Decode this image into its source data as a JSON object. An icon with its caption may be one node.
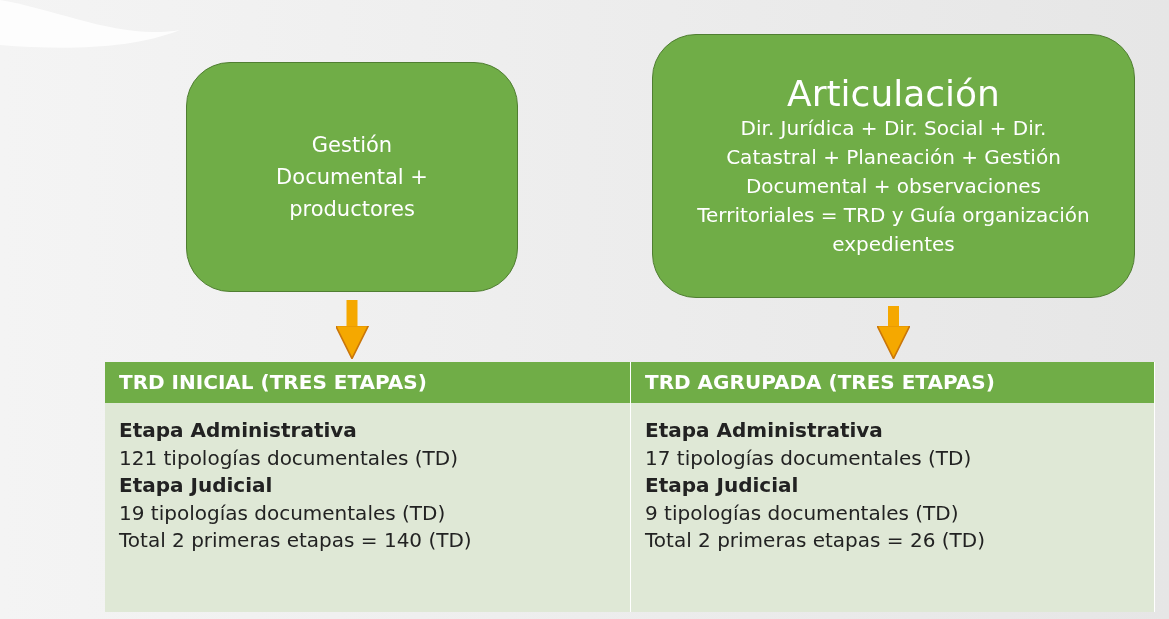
{
  "diagram": {
    "nodes": [
      {
        "text": [
          "Gestión Documental + productores"
        ]
      },
      {
        "text": [
          "Articulación",
          "Dir. Jurídica + Dir. Social + Dir. Catastral + Planeación + Gestión Documental + observaciones Territoriales = TRD y Guía organización expedientes"
        ]
      },
      {
        "text": [
          "TRD INICIAL (TRES ETAPAS)",
          "Etapa Administrativa",
          "121 tipologías documentales (TD)",
          "Etapa Judicial",
          "19 tipologías documentales (TD)",
          "Total 2 primeras etapas = 140 (TD)"
        ]
      },
      {
        "text": [
          "TRD AGRUPADA (TRES ETAPAS)",
          "Etapa Administrativa",
          "17 tipologías documentales (TD)",
          "Etapa Judicial",
          "9 tipologías documentales (TD)",
          "Total 2 primeras etapas = 26 (TD)"
        ]
      }
    ],
    "edges": [
      {
        "from": 0,
        "to": 2,
        "arrow": "to"
      },
      {
        "from": 1,
        "to": 3,
        "arrow": "to"
      }
    ]
  }
}
